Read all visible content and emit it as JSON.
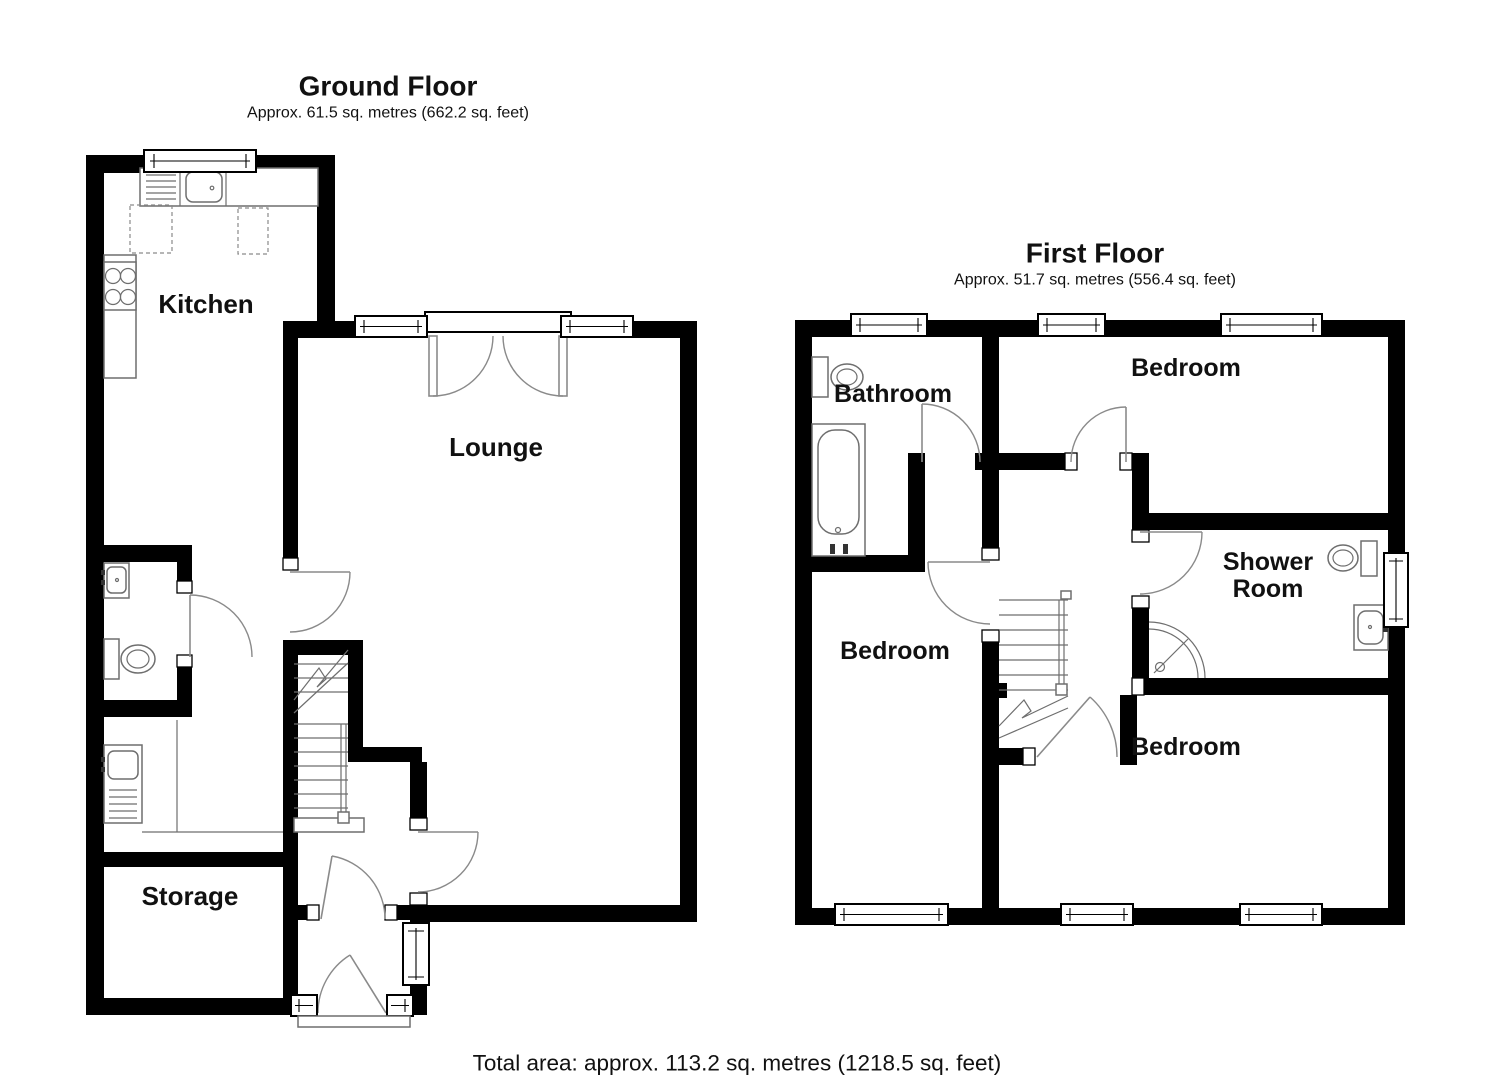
{
  "page": {
    "background": "#ffffff"
  },
  "ground_floor": {
    "title": "Ground Floor",
    "area": "Approx. 61.5 sq. metres (662.2 sq. feet)",
    "rooms": {
      "kitchen": "Kitchen",
      "lounge": "Lounge",
      "storage": "Storage"
    }
  },
  "first_floor": {
    "title": "First Floor",
    "area": "Approx. 51.7 sq. metres (556.4 sq. feet)",
    "rooms": {
      "bathroom": "Bathroom",
      "bedroom_top_right": "Bedroom",
      "shower_room_line1": "Shower",
      "shower_room_line2": "Room",
      "bedroom_left": "Bedroom",
      "bedroom_bottom": "Bedroom"
    }
  },
  "footer": {
    "total_area": "Total area: approx. 113.2 sq. metres (1218.5 sq. feet)"
  },
  "colors": {
    "wall": "#000000",
    "fixture": "#6e6e6e",
    "door_arc": "#8a8a8a",
    "text": "#111111"
  }
}
